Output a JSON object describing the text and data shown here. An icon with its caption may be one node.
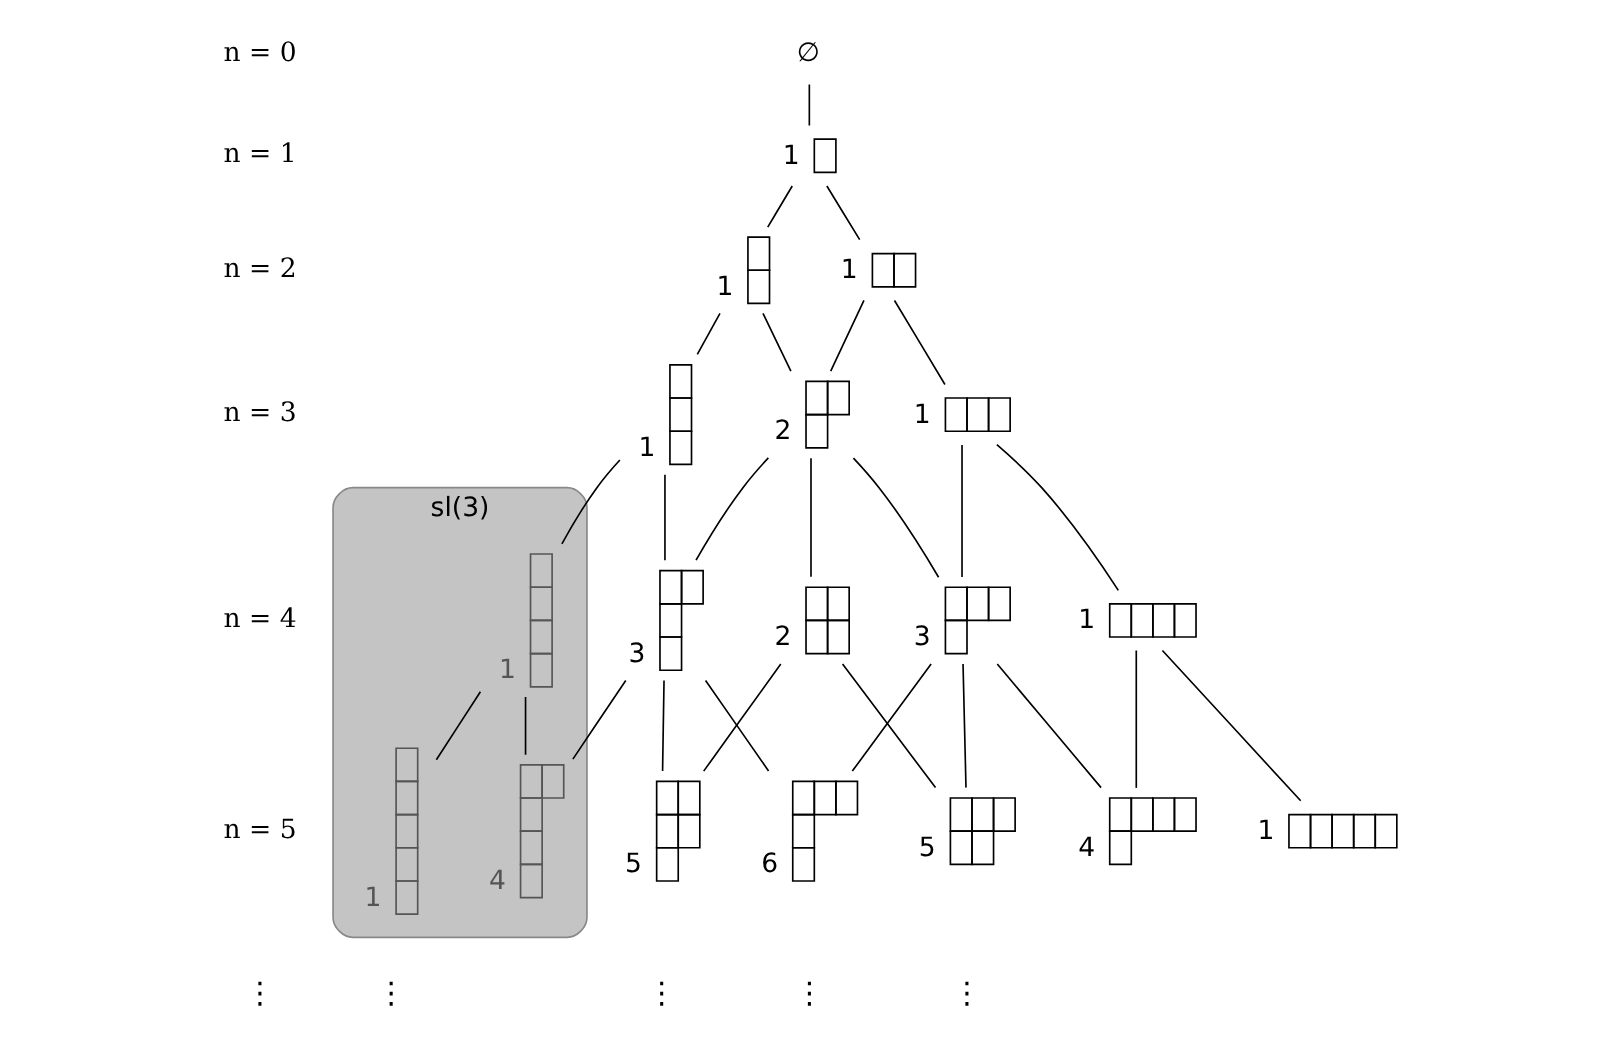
{
  "diagram": {
    "nodes": [
      {
        "text": [
          "∅"
        ]
      },
      {
        "text": [
          "1"
        ]
      },
      {
        "text": [
          "1"
        ]
      },
      {
        "text": [
          "1"
        ]
      },
      {
        "text": [
          "1"
        ]
      },
      {
        "text": [
          "2"
        ]
      },
      {
        "text": [
          "1"
        ]
      },
      {
        "text": [
          "1"
        ]
      },
      {
        "text": [
          "3"
        ]
      },
      {
        "text": [
          "2"
        ]
      },
      {
        "text": [
          "3"
        ]
      },
      {
        "text": [
          "sl(3)"
        ]
      },
      {
        "text": [
          "1"
        ],
        "in": 11
      },
      {
        "text": [
          "1"
        ]
      },
      {
        "text": [
          "4"
        ]
      },
      {
        "text": [
          "5"
        ]
      },
      {
        "text": [
          "5"
        ]
      },
      {
        "text": [
          "6"
        ]
      },
      {
        "text": [
          "4"
        ],
        "in": 11
      },
      {
        "text": [
          "1"
        ],
        "in": 11
      }
    ],
    "edges": [
      {
        "from": 0,
        "to": 1,
        "arrow": "none"
      },
      {
        "from": 1,
        "to": 2,
        "arrow": "none"
      },
      {
        "from": 1,
        "to": 3,
        "arrow": "none"
      },
      {
        "from": 2,
        "to": 4,
        "arrow": "none"
      },
      {
        "from": 2,
        "to": 5,
        "arrow": "none"
      },
      {
        "from": 3,
        "to": 5,
        "arrow": "none"
      },
      {
        "from": 3,
        "to": 6,
        "arrow": "none"
      },
      {
        "from": 4,
        "to": 7,
        "arrow": "none"
      },
      {
        "from": 4,
        "to": 8,
        "arrow": "none"
      },
      {
        "from": 5,
        "to": 8,
        "arrow": "none"
      },
      {
        "from": 5,
        "to": 9,
        "arrow": "none"
      },
      {
        "from": 5,
        "to": 10,
        "arrow": "none"
      },
      {
        "from": 6,
        "to": 10,
        "arrow": "none"
      },
      {
        "from": 6,
        "to": 12,
        "arrow": "none"
      },
      {
        "from": 7,
        "to": 13,
        "arrow": "none"
      },
      {
        "from": 7,
        "to": 14,
        "arrow": "none"
      },
      {
        "from": 8,
        "to": 14,
        "arrow": "none"
      },
      {
        "from": 8,
        "to": 15,
        "arrow": "none"
      },
      {
        "from": 8,
        "to": 17,
        "arrow": "none"
      },
      {
        "from": 9,
        "to": 15,
        "arrow": "none"
      },
      {
        "from": 9,
        "to": 16,
        "arrow": "none"
      },
      {
        "from": 10,
        "to": 16,
        "arrow": "none"
      },
      {
        "from": 10,
        "to": 17,
        "arrow": "none"
      },
      {
        "from": 10,
        "to": 18,
        "arrow": "none"
      },
      {
        "from": 12,
        "to": 18,
        "arrow": "none"
      },
      {
        "from": 12,
        "to": 19,
        "arrow": "none"
      }
    ],
    "labels": [
      "n = 0",
      "n = 1",
      "n = 2",
      "n = 3",
      "n = 4",
      "n = 5",
      "⋮",
      "⋮",
      "⋮",
      "⋮",
      "⋮"
    ]
  }
}
